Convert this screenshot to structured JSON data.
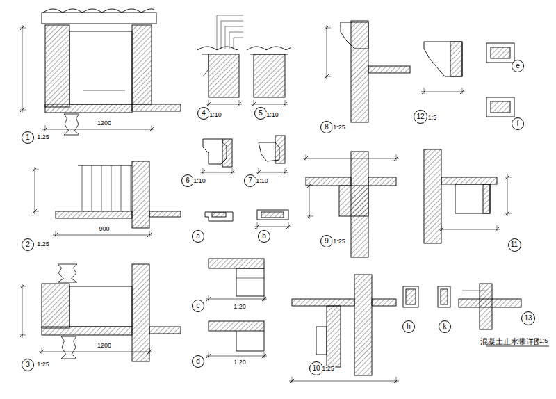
{
  "diagram": {
    "nodes": [
      {
        "text": [
          "1"
        ]
      },
      {
        "text": [
          "4"
        ]
      },
      {
        "text": [
          "5"
        ]
      },
      {
        "text": [
          "8"
        ]
      },
      {
        "text": [
          "12"
        ]
      },
      {
        "text": [
          "e"
        ]
      },
      {
        "text": [
          "f"
        ]
      },
      {
        "text": [
          "6"
        ]
      },
      {
        "text": [
          "7"
        ]
      },
      {
        "text": [
          "2"
        ]
      },
      {
        "text": [
          "9"
        ]
      },
      {
        "text": [
          "11"
        ]
      },
      {
        "text": [
          "a"
        ]
      },
      {
        "text": [
          "b"
        ]
      },
      {
        "text": [
          "c"
        ]
      },
      {
        "text": [
          "13"
        ]
      },
      {
        "text": [
          "h"
        ]
      },
      {
        "text": [
          "k"
        ]
      },
      {
        "text": [
          "3"
        ]
      },
      {
        "text": [
          "d"
        ]
      },
      {
        "text": [
          "10"
        ]
      }
    ],
    "labels": [
      "1200",
      "1:25",
      "900",
      "1:25",
      "1200",
      "1:25",
      "1:10",
      "1:10",
      "1:10",
      "1:10",
      "1:20",
      "1:20",
      "1:25",
      "1:25",
      "1:25",
      "1:5",
      "混凝土止水带详图",
      "1:5"
    ]
  }
}
